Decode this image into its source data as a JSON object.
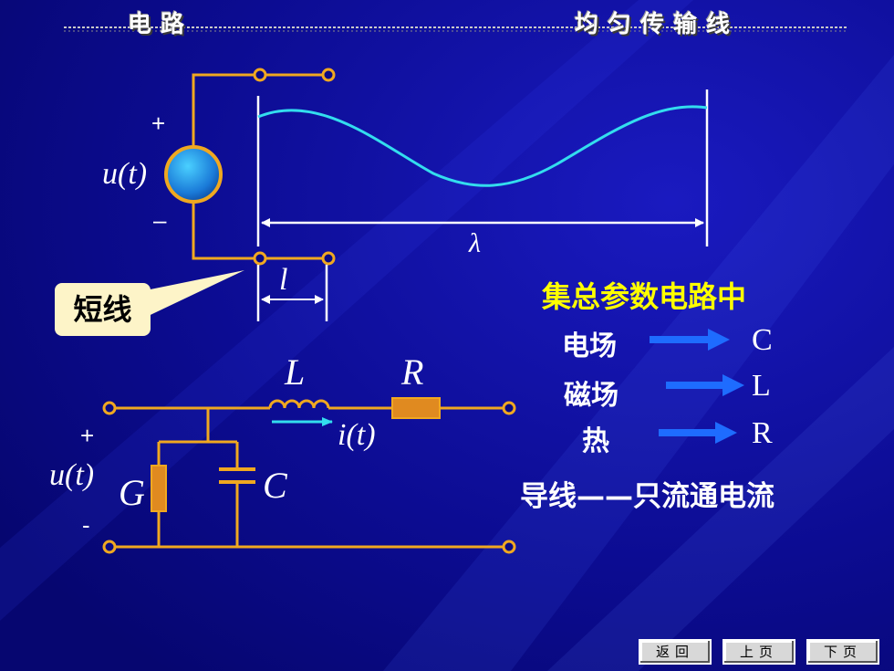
{
  "header": {
    "left_title": "电路",
    "right_title": "均匀传输线"
  },
  "diagram_top": {
    "source_label": "u(t)",
    "plus": "+",
    "minus": "–",
    "wavelength_label": "λ",
    "length_label": "l",
    "callout": "短线"
  },
  "diagram_bottom": {
    "inductor_label": "L",
    "resistor_label": "R",
    "current_label": "i(t)",
    "source_label": "u(t)",
    "plus": "+",
    "minus": "-",
    "conductance_label": "G",
    "capacitor_label": "C"
  },
  "text_panel": {
    "title": "集总参数电路中",
    "rows": [
      {
        "field": "电场",
        "param": "C"
      },
      {
        "field": "磁场",
        "param": "L"
      },
      {
        "field": "热",
        "param": "R"
      }
    ],
    "conclusion": "导线——只流通电流"
  },
  "nav": {
    "back": "返回",
    "prev": "上页",
    "next": "下页"
  },
  "colors": {
    "background": "#0a0a86",
    "wire": "#f0a820",
    "wave": "#33ddee",
    "arrow": "#1e6cff",
    "title_yellow": "#ffff00"
  }
}
